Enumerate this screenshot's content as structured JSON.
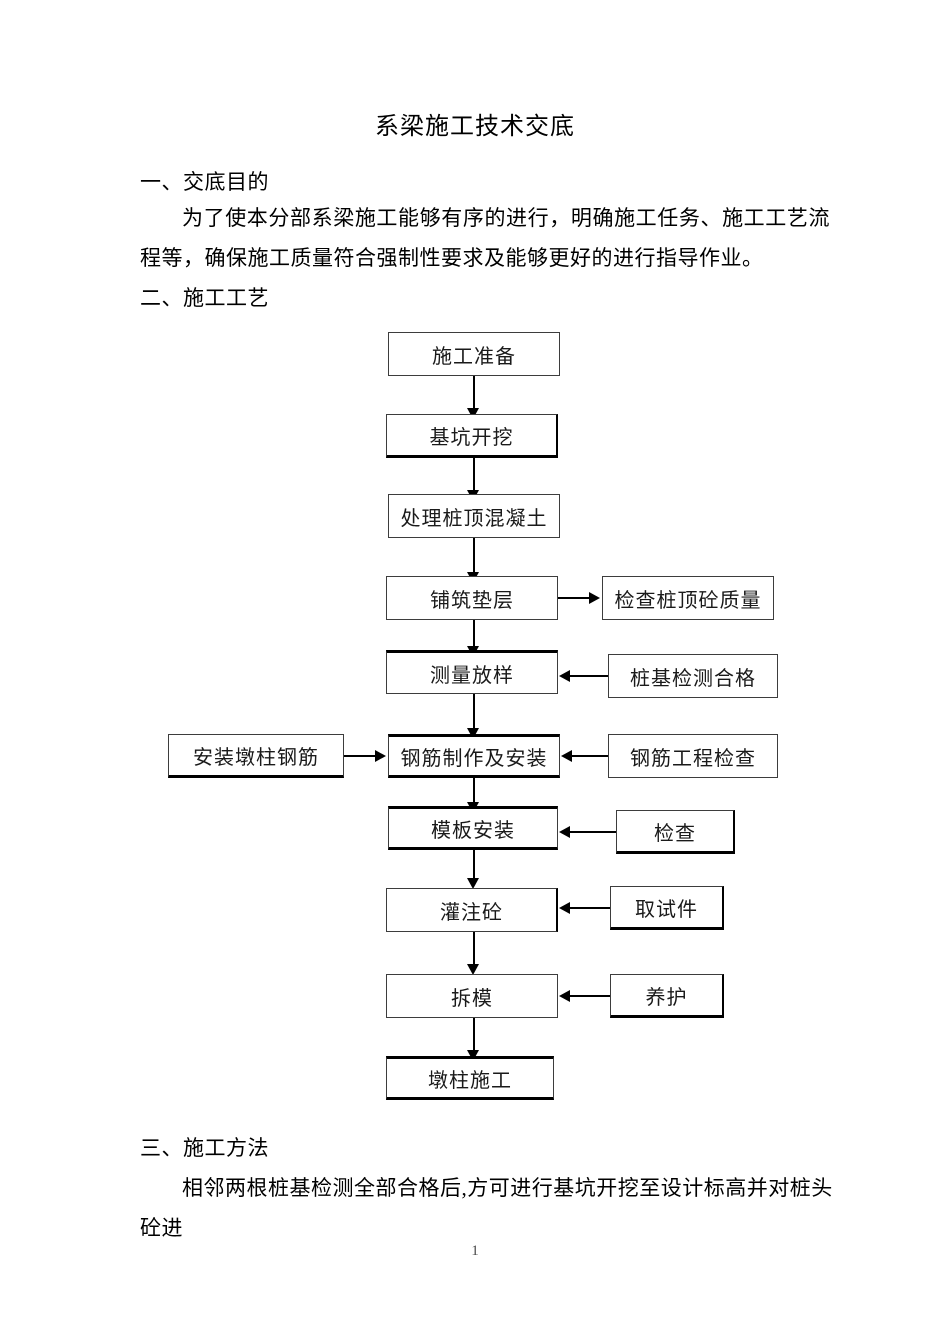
{
  "document": {
    "title": "系梁施工技术交底",
    "page_number": "1",
    "sections": [
      {
        "heading": "一、交底目的",
        "body": "为了使本分部系梁施工能够有序的进行，明确施工任务、施工工艺流程等，确保施工质量符合强制性要求及能够更好的进行指导作业。"
      },
      {
        "heading": "二、施工工艺",
        "body": ""
      },
      {
        "heading": "三、施工方法",
        "body": "相邻两根桩基检测全部合格后,方可进行基坑开挖至设计标高并对桩头砼进"
      }
    ]
  },
  "flowchart": {
    "main_nodes": [
      {
        "id": "n1",
        "label": "施工准备"
      },
      {
        "id": "n2",
        "label": "基坑开挖"
      },
      {
        "id": "n3",
        "label": "处理桩顶混凝土"
      },
      {
        "id": "n4",
        "label": "铺筑垫层"
      },
      {
        "id": "n5",
        "label": "测量放样"
      },
      {
        "id": "n6",
        "label": "钢筋制作及安装"
      },
      {
        "id": "n7",
        "label": "模板安装"
      },
      {
        "id": "n8",
        "label": "灌注砼"
      },
      {
        "id": "n9",
        "label": "拆模"
      },
      {
        "id": "n10",
        "label": "墩柱施工"
      }
    ],
    "side_nodes": [
      {
        "id": "s1",
        "label": "检查桩顶砼质量",
        "side": "right",
        "attaches_to": "n4",
        "direction": "out"
      },
      {
        "id": "s2",
        "label": "桩基检测合格",
        "side": "right",
        "attaches_to": "n5",
        "direction": "in"
      },
      {
        "id": "s3",
        "label": "钢筋工程检查",
        "side": "right",
        "attaches_to": "n6",
        "direction": "in"
      },
      {
        "id": "s4",
        "label": "安装墩柱钢筋",
        "side": "left",
        "attaches_to": "n6",
        "direction": "in"
      },
      {
        "id": "s5",
        "label": "检查",
        "side": "right",
        "attaches_to": "n7",
        "direction": "in"
      },
      {
        "id": "s6",
        "label": "取试件",
        "side": "right",
        "attaches_to": "n8",
        "direction": "in"
      },
      {
        "id": "s7",
        "label": "养护",
        "side": "right",
        "attaches_to": "n9",
        "direction": "in"
      }
    ]
  }
}
